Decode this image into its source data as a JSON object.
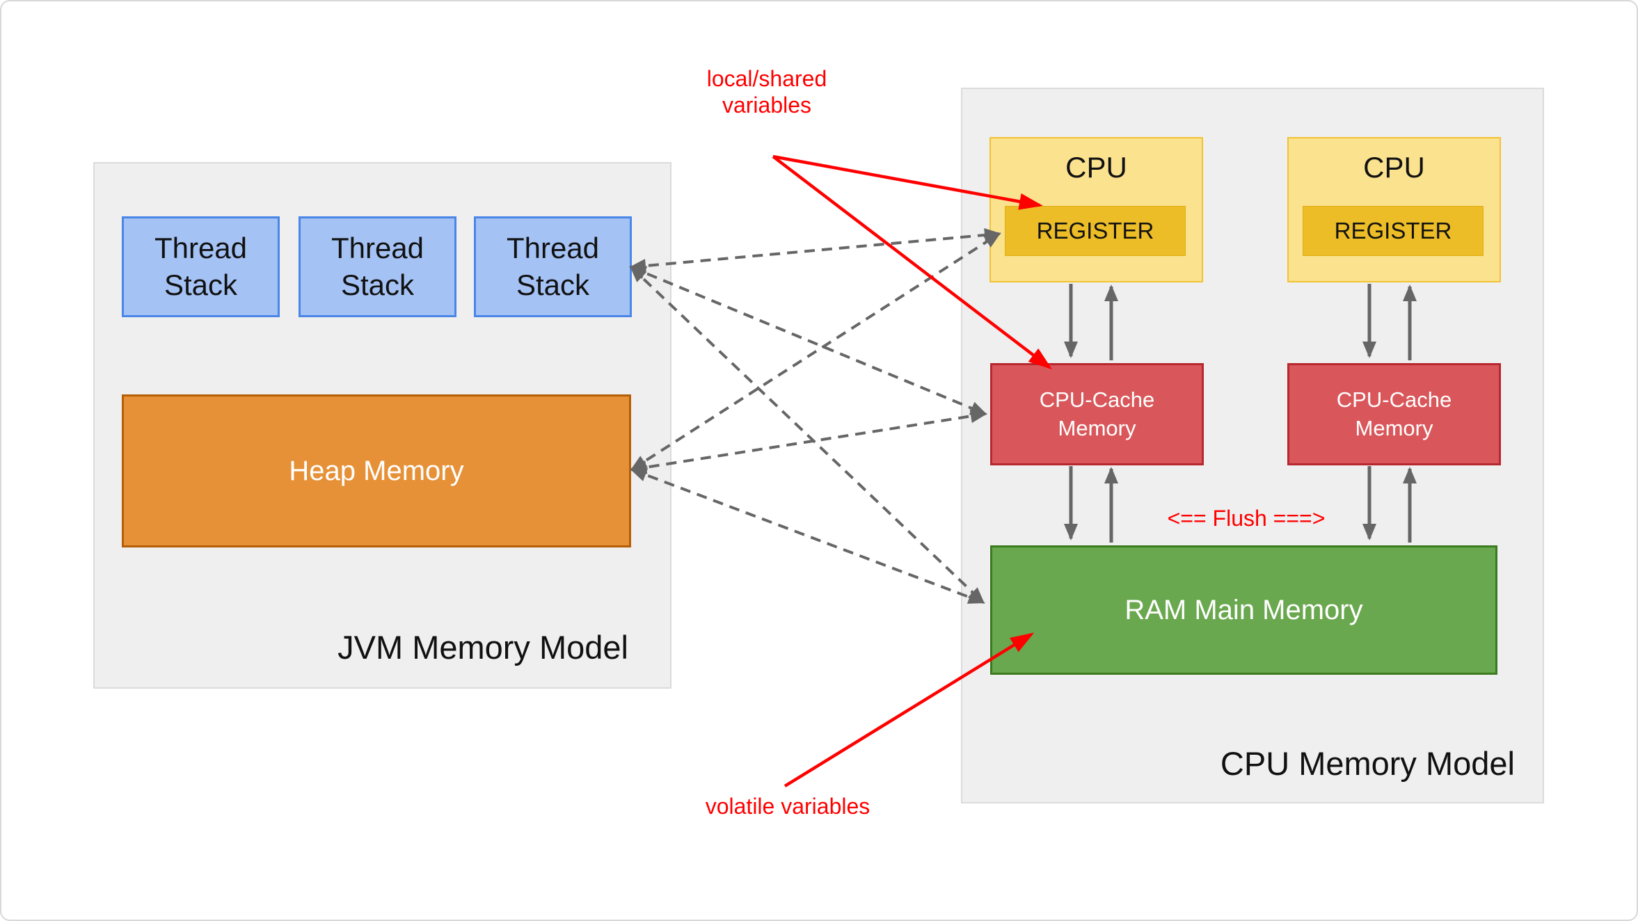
{
  "diagram": {
    "jvm_panel": {
      "label": "JVM Memory Model",
      "thread_stack_label": "Thread\nStack",
      "heap_label": "Heap Memory"
    },
    "cpu_panel": {
      "label": "CPU Memory Model",
      "cpu_label": "CPU",
      "register_label": "REGISTER",
      "cache_label": "CPU-Cache\nMemory",
      "ram_label": "RAM Main Memory"
    },
    "annotations": {
      "local_shared": "local/shared\nvariables",
      "volatile": "volatile variables",
      "flush": "<== Flush ===>"
    },
    "colors": {
      "panel-bg": "#efefef",
      "panel-border": "#dbdbdb",
      "thread-fill": "#a4c2f4",
      "thread-border": "#4a86e8",
      "heap-fill": "#e69138",
      "heap-border": "#b45f06",
      "cpu-fill": "#fbe28f",
      "cpu-border": "#f1c232",
      "register-fill": "#ecbd26",
      "cache-fill": "#d9575b",
      "cache-border": "#b7282e",
      "ram-fill": "#6aa84f",
      "ram-border": "#3c7a1e",
      "arrow-gray": "#666666",
      "annotation-red": "#ff0000"
    }
  }
}
